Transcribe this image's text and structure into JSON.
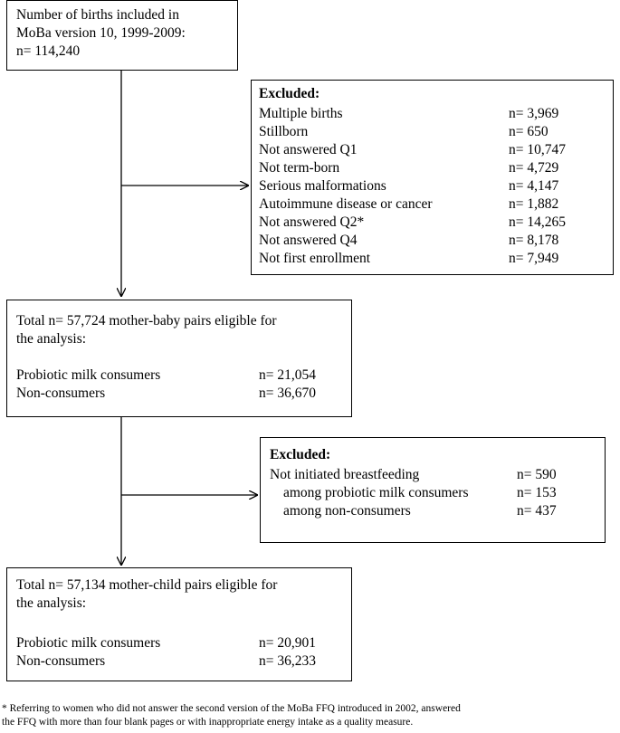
{
  "box1": {
    "lines": [
      "Number of births included in",
      "MoBa version 10, 1999-2009:",
      "n= 114,240"
    ]
  },
  "exclusion1": {
    "title": "Excluded:",
    "items": [
      {
        "label": "Multiple births",
        "value": "n= 3,969"
      },
      {
        "label": "Stillborn",
        "value": "n= 650"
      },
      {
        "label": "Not answered Q1",
        "value": "n= 10,747"
      },
      {
        "label": "Not term-born",
        "value": "n= 4,729"
      },
      {
        "label": "Serious malformations",
        "value": "n= 4,147"
      },
      {
        "label": "Autoimmune disease or cancer",
        "value": "n= 1,882"
      },
      {
        "label": "Not answered Q2*",
        "value": "n= 14,265"
      },
      {
        "label": "Not answered Q4",
        "value": "n= 8,178"
      },
      {
        "label": "Not first enrollment",
        "value": "n= 7,949"
      }
    ]
  },
  "box2": {
    "lines": [
      "Total n= 57,724 mother-baby pairs eligible for",
      "the analysis:"
    ],
    "rows": [
      {
        "label": "Probiotic milk consumers",
        "value": "n= 21,054"
      },
      {
        "label": "Non-consumers",
        "value": "n= 36,670"
      }
    ]
  },
  "exclusion2": {
    "title": "Excluded:",
    "items": [
      {
        "label": "Not initiated breastfeeding",
        "value": "n= 590"
      },
      {
        "label": "among probiotic milk consumers",
        "value": "n= 153"
      },
      {
        "label": "among non-consumers",
        "value": "n= 437"
      }
    ]
  },
  "box3": {
    "lines": [
      "Total n= 57,134 mother-child pairs eligible for",
      "the analysis:"
    ],
    "rows": [
      {
        "label": "Probiotic milk consumers",
        "value": "n= 20,901"
      },
      {
        "label": "Non-consumers",
        "value": "n= 36,233"
      }
    ]
  },
  "footnote": {
    "line1": "* Referring to women who did not answer the second version of the MoBa FFQ introduced in 2002, answered",
    "line2": "the FFQ with more than four blank pages or with inappropriate energy intake as a quality measure."
  }
}
